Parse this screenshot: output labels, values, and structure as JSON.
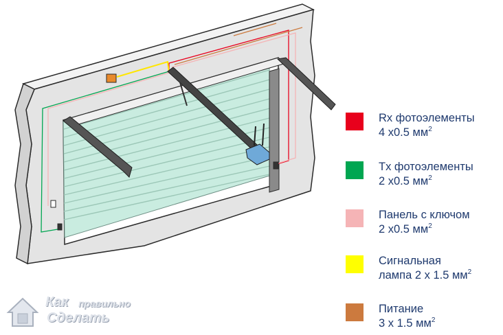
{
  "legend": [
    {
      "color": "#e8001c",
      "line1": "Rx фотоэлементы",
      "line2": "4 x0.5 мм",
      "sup": "2"
    },
    {
      "color": "#00a651",
      "line1": "Tx фотоэлементы",
      "line2": "2 x0.5 мм",
      "sup": "2"
    },
    {
      "color": "#f5b4b6",
      "line1": "Панель с ключом",
      "line2": "2 x0.5 мм",
      "sup": "2"
    },
    {
      "color": "#ffff00",
      "line1": "Сигнальная",
      "line2": "лампа 2 x 1.5 мм",
      "sup": "2"
    },
    {
      "color": "#cc7a3e",
      "line1": "Питание",
      "line2": "3 x 1.5 мм",
      "sup": "2"
    }
  ],
  "logo": {
    "line1_a": "Как",
    "line1_b": "правильно",
    "line2": "Сделать",
    "icon": "house-logo-icon"
  },
  "colors": {
    "wall": "#e6e6e6",
    "door": "#c9ece0",
    "outline": "#2a2a2a",
    "legend_text": "#1f3a6e"
  }
}
